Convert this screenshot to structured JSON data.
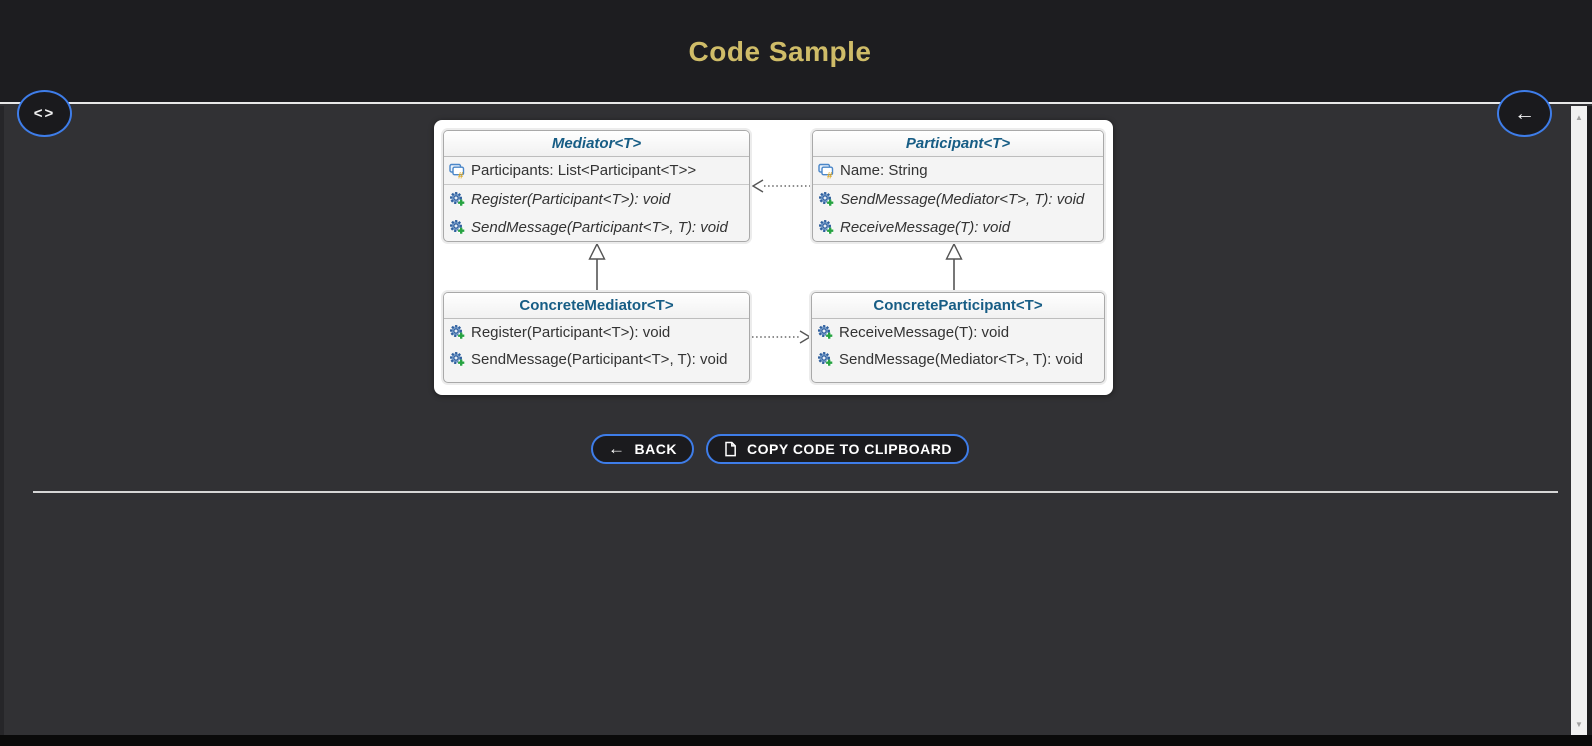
{
  "header": {
    "title": "Code Sample"
  },
  "floating_buttons": {
    "code_icon_glyph": "<>",
    "back_icon_glyph": "←"
  },
  "diagram": {
    "classes": {
      "mediator": {
        "title": "Mediator<T>",
        "fields": [
          "Participants: List<Participant<T>>"
        ],
        "methods": [
          "Register(Participant<T>): void",
          "SendMessage(Participant<T>, T): void"
        ]
      },
      "participant": {
        "title": "Participant<T>",
        "fields": [
          "Name: String"
        ],
        "methods": [
          "SendMessage(Mediator<T>, T): void",
          "ReceiveMessage(T): void"
        ]
      },
      "concrete_mediator": {
        "title": "ConcreteMediator<T>",
        "methods": [
          "Register(Participant<T>): void",
          "SendMessage(Participant<T>, T): void"
        ]
      },
      "concrete_participant": {
        "title": "ConcreteParticipant<T>",
        "methods": [
          "ReceiveMessage(T): void",
          "SendMessage(Mediator<T>, T): void"
        ]
      }
    }
  },
  "actions": {
    "back_icon_glyph": "←",
    "back_label": "BACK",
    "copy_label": "COPY CODE TO CLIPBOARD"
  },
  "scrollbar": {
    "up_glyph": "▲",
    "down_glyph": "▼"
  },
  "colors": {
    "title_gold": "#cfbc68",
    "button_border_blue": "#3e7de9",
    "class_title_blue": "#175d85",
    "header_bg": "#1d1d20",
    "main_bg": "#313134"
  }
}
